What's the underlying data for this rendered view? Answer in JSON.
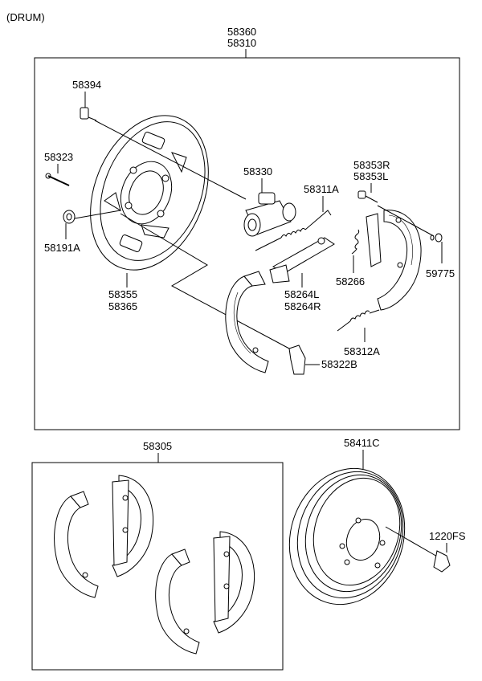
{
  "header": {
    "title": "(DRUM)"
  },
  "assembly_labels": {
    "backing_plate_assy_a": "58360",
    "backing_plate_assy_b": "58310",
    "bolt": "58394",
    "pin": "58323",
    "nut": "58191A",
    "plate_a": "58355",
    "plate_b": "58365",
    "wheel_cylinder": "58330",
    "spring_upper": "58311A",
    "adjuster_r": "58353R",
    "adjuster_l": "58353L",
    "clip": "59775",
    "spring_small": "58266",
    "lever_l": "58264L",
    "lever_r": "58264R",
    "spring_lower": "58312A",
    "retainer": "58322B"
  },
  "shoe_kit": {
    "label": "58305"
  },
  "drum": {
    "label": "58411C",
    "screw": "1220FS"
  }
}
